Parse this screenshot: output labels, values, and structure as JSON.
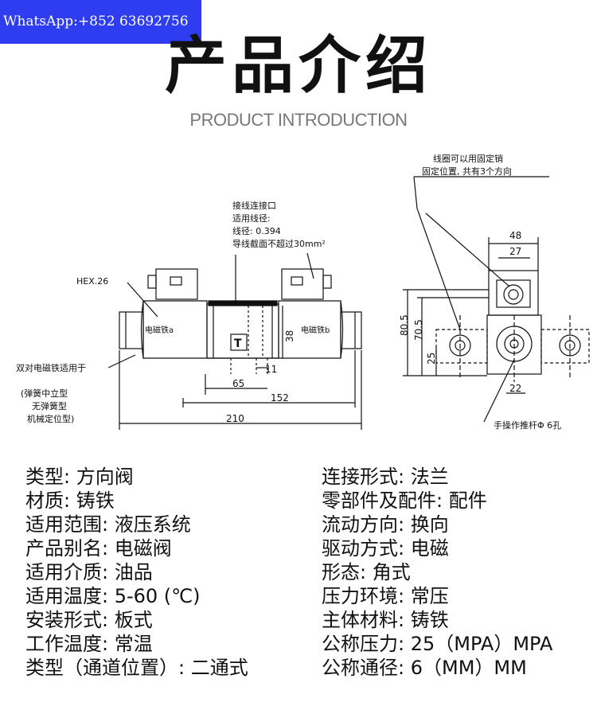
{
  "watermark": "WhatsApp:+852 63692756",
  "title": "产品介绍",
  "subtitle": "PRODUCT INTRODUCTION",
  "drawing": {
    "notes": {
      "wiring_1": "接线连接口",
      "wiring_2": "适用线径:",
      "wiring_3": "线径: 0.394",
      "wiring_4": "导线截面不超过30mm²",
      "coil_1": "线圈可以用固定销",
      "coil_2": "固定位置, 共有3个方向",
      "hex": "HEX.26",
      "double_1": "双对电磁铁适用于",
      "double_2": "(弹簧中立型",
      "double_3": "无弹簧型",
      "double_4": "机械定位型)",
      "manual": "手操作推杆Φ  6孔",
      "solenoid_a": "电磁铁a",
      "solenoid_b": "电磁铁b",
      "t_mark": "T"
    },
    "dims": {
      "d38": "38",
      "d11": "11",
      "d65": "65",
      "d152": "152",
      "d210": "210",
      "d48": "48",
      "d27": "27",
      "d805": "80.5",
      "d705": "70.5",
      "d25": "25",
      "d22": "22"
    }
  },
  "specs_left": [
    "类型: 方向阀",
    "材质: 铸铁",
    "适用范围: 液压系统",
    "产品别名: 电磁阀",
    "适用介质: 油品",
    "适用温度: 5-60 (℃)",
    "安装形式: 板式",
    "工作温度: 常温",
    "类型（通道位置）: 二通式"
  ],
  "specs_right": [
    "连接形式: 法兰",
    "零部件及配件: 配件",
    "流动方向: 换向",
    "驱动方式: 电磁",
    "形态: 角式",
    "压力环境: 常压",
    "主体材料: 铸铁",
    "公称压力: 25（MPA）MPA",
    "公称通径: 6（MM）MM"
  ]
}
